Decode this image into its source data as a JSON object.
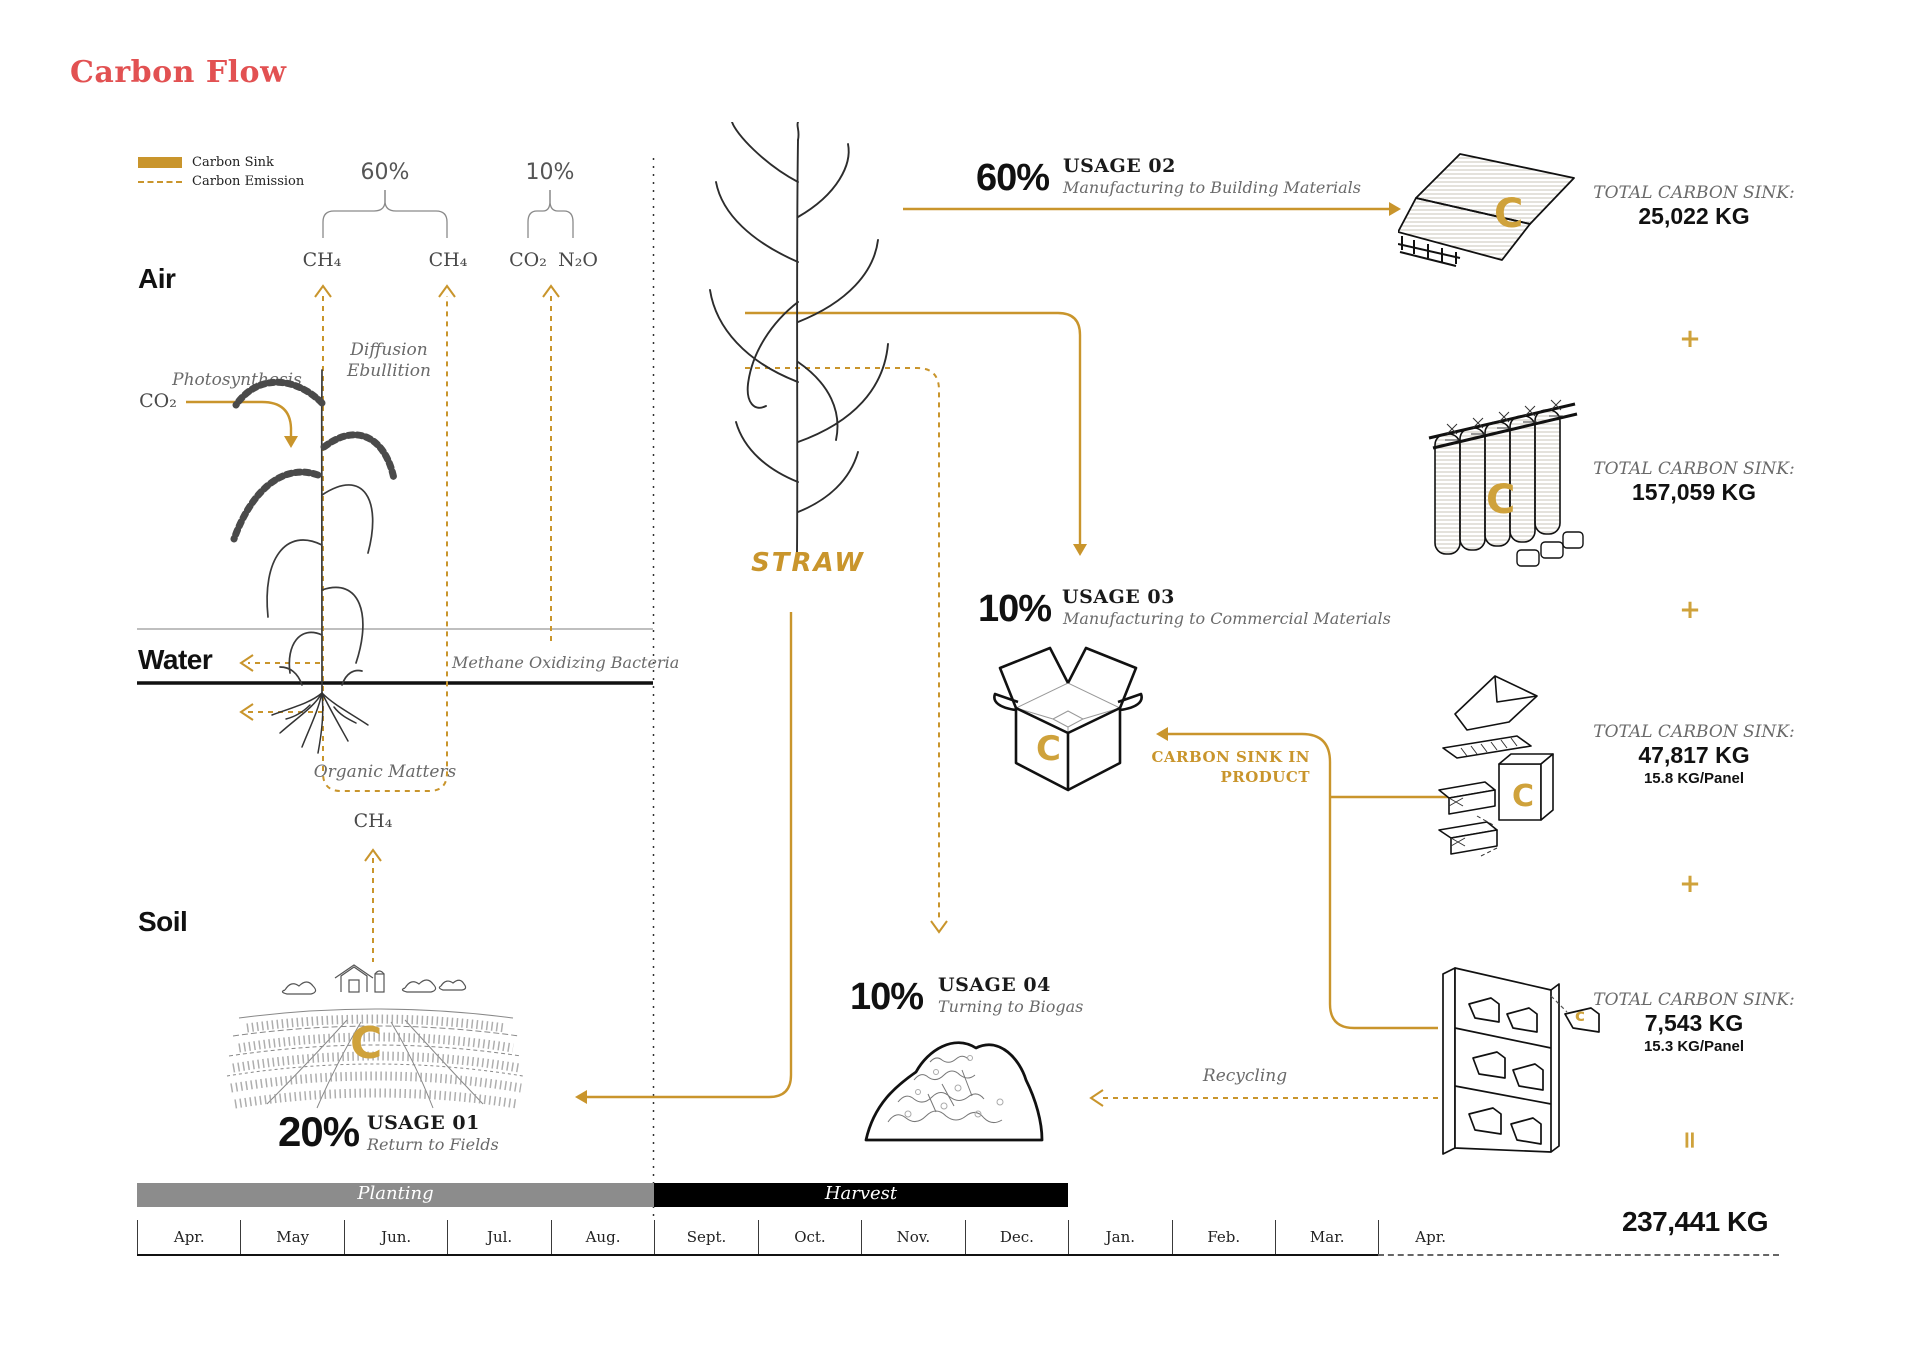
{
  "title": "Carbon Flow",
  "colors": {
    "accent_gold": "#C9952C",
    "c_logo_gold": "#CFA23B",
    "title_red": "#E25152",
    "gray_label": "#6a6a6a",
    "planting_bar": "#8C8C8C",
    "harvest_bar": "#000000"
  },
  "legend": {
    "sink": "Carbon Sink",
    "emission": "Carbon Emission"
  },
  "zones": {
    "air": "Air",
    "water": "Water",
    "soil": "Soil"
  },
  "emissions": {
    "pct_methane": "60%",
    "pct_other": "10%",
    "ch4_a": "CH₄",
    "ch4_b": "CH₄",
    "co2": "CO₂",
    "n2o": "N₂O",
    "co2_photo": "CO₂",
    "photosynthesis": "Photosynthesis",
    "diffusion": "Diffusion",
    "ebullition": "Ebullition",
    "methane_bacteria": "Methane Oxidizing Bacteria",
    "organic_matters": "Organic Matters",
    "ch4_soil": "CH₄"
  },
  "straw": {
    "label": "STRAW"
  },
  "usages": [
    {
      "pct": "20%",
      "id": "USAGE 01",
      "desc": "Return to Fields"
    },
    {
      "pct": "60%",
      "id": "USAGE 02",
      "desc": "Manufacturing to Building Materials"
    },
    {
      "pct": "10%",
      "id": "USAGE 03",
      "desc": "Manufacturing to Commercial Materials"
    },
    {
      "pct": "10%",
      "id": "USAGE 04",
      "desc": "Turning to Biogas"
    }
  ],
  "product_flow": {
    "carbon_sink_line1": "CARBON SINK IN",
    "carbon_sink_line2": "PRODUCT",
    "recycling": "Recycling"
  },
  "sinks": [
    {
      "label": "TOTAL CARBON SINK:",
      "value": "25,022 KG"
    },
    {
      "label": "TOTAL CARBON SINK:",
      "value": "157,059 KG"
    },
    {
      "label": "TOTAL CARBON SINK:",
      "value": "47,817 KG",
      "per_panel": "15.8 KG/Panel"
    },
    {
      "label": "TOTAL CARBON SINK:",
      "value": "7,543 KG",
      "per_panel": "15.3 KG/Panel"
    }
  ],
  "operators": {
    "plus": "+",
    "equals": "="
  },
  "total": "237,441 KG",
  "timeline": {
    "months": [
      "Apr.",
      "May",
      "Jun.",
      "Jul.",
      "Aug.",
      "Sept.",
      "Oct.",
      "Nov.",
      "Dec.",
      "Jan.",
      "Feb.",
      "Mar.",
      "Apr."
    ],
    "planting": "Planting",
    "harvest": "Harvest"
  },
  "logo": {
    "c": "C",
    "c_small": "c"
  }
}
